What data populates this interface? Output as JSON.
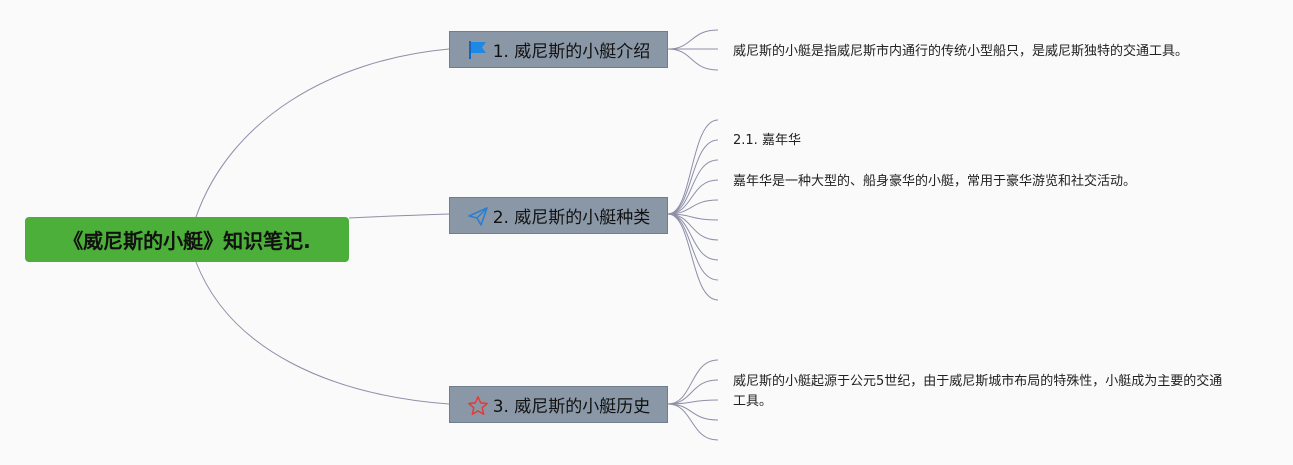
{
  "root": {
    "title": "《威尼斯的小艇》知识笔记."
  },
  "branches": [
    {
      "label": "1. 威尼斯的小艇介绍",
      "icon": "flag-icon",
      "icon_color": "#1e88e5",
      "leaves": [
        "威尼斯的小艇是指威尼斯市内通行的传统小型船只，是威尼斯独特的交通工具。"
      ]
    },
    {
      "label": "2. 威尼斯的小艇种类",
      "icon": "paper-plane-icon",
      "icon_color": "#2b7fd1",
      "leaves": [
        "2.1. 嘉年华",
        "嘉年华是一种大型的、船身豪华的小艇，常用于豪华游览和社交活动。"
      ]
    },
    {
      "label": "3. 威尼斯的小艇历史",
      "icon": "star-icon",
      "icon_color": "#e53935",
      "leaves": [
        "威尼斯的小艇起源于公元5世纪，由于威尼斯城市布局的特殊性，小艇成为主要的交通工具。"
      ]
    }
  ],
  "colors": {
    "root_bg": "#4caf39",
    "branch_bg": "#8a97a6",
    "line": "#8e8ea8"
  }
}
